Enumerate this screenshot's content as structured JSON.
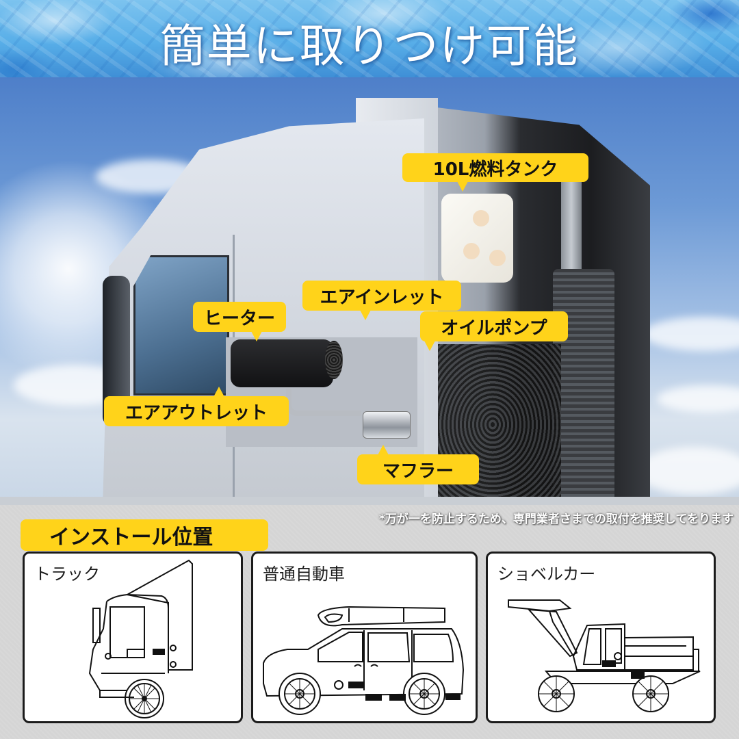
{
  "banner": {
    "title": "簡単に取りつけ可能",
    "colors": {
      "ice_light": "#7cc3ef",
      "ice_dark": "#3f8fd6",
      "title_text": "#ffffff"
    }
  },
  "photo": {
    "subject": "truck-side-with-heater-installed",
    "callouts": [
      {
        "id": "fuel-tank",
        "label": "10L燃料タンク"
      },
      {
        "id": "air-inlet",
        "label": "エアインレット"
      },
      {
        "id": "heater",
        "label": "ヒーター"
      },
      {
        "id": "oil-pump",
        "label": "オイルポンプ"
      },
      {
        "id": "air-outlet",
        "label": "エアアウトレット"
      },
      {
        "id": "muffler",
        "label": "マフラー"
      }
    ],
    "callout_color": "#ffd31a"
  },
  "note": "*万が一を防止するため、専門業者さまでの取付を推奨してをります",
  "install": {
    "section_label": "インストール位置",
    "cards": [
      {
        "title": "トラック",
        "icon": "truck-line-drawing-icon"
      },
      {
        "title": "普通自動車",
        "icon": "car-line-drawing-icon"
      },
      {
        "title": "ショベルカー",
        "icon": "excavator-line-drawing-icon"
      }
    ]
  }
}
